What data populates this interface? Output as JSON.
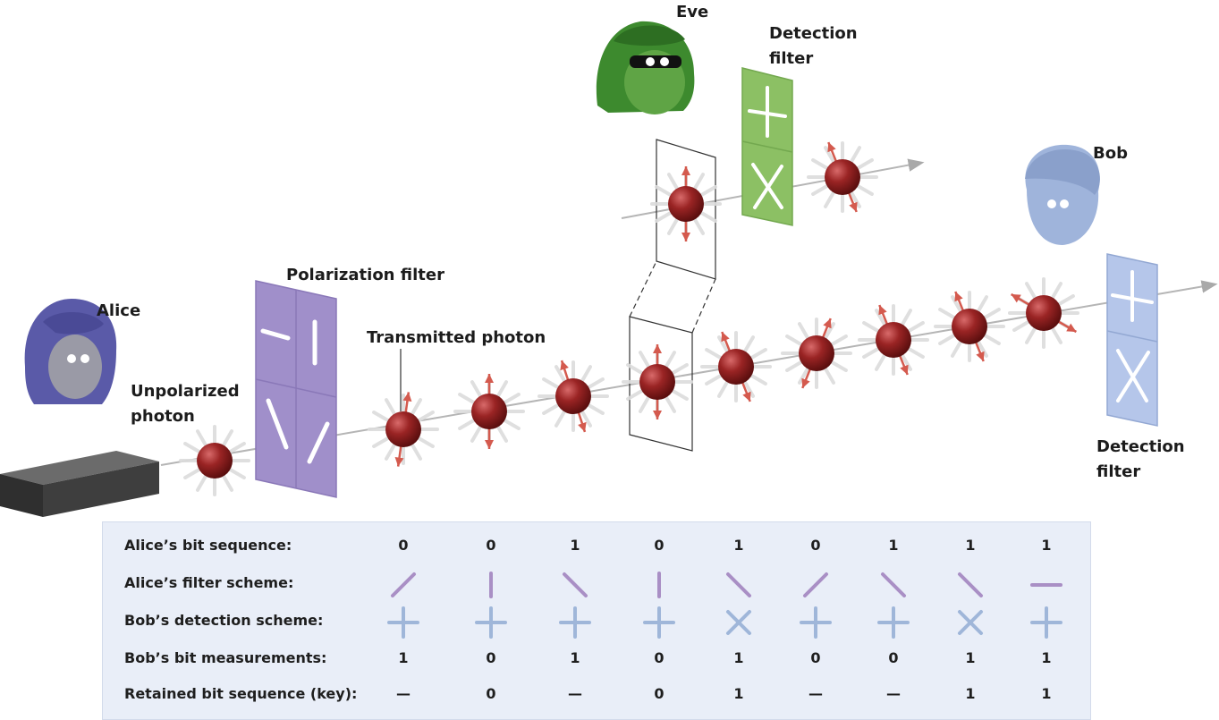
{
  "labels": {
    "alice": "Alice",
    "eve": "Eve",
    "bob": "Bob",
    "unpolarized_photon": "Unpolarized\nphoton",
    "polarization_filter": "Polarization filter",
    "transmitted_photon": "Transmitted photon",
    "detection_filter_eve": "Detection\nfilter",
    "detection_filter_bob": "Detection\nfilter"
  },
  "colors": {
    "alice": "#5a5aa8",
    "eve": "#3d8a2e",
    "bob": "#9fb4db",
    "photon": "#8a1e1e",
    "arrow": "#d45a4e",
    "polarization_filter": "#a08fca",
    "detection_filter_eve": "#8cc064",
    "detection_filter_bob": "#b5c6ea",
    "scheme_alice": "#a98fc5",
    "scheme_bob": "#9fb6d9",
    "table_bg": "#e9eef8"
  },
  "table": {
    "row_labels": [
      "Alice’s bit sequence:",
      "Alice’s filter scheme:",
      "Bob’s detection scheme:",
      "Bob’s bit measurements:",
      "Retained bit sequence (key):"
    ],
    "alice_bits": [
      "0",
      "0",
      "1",
      "0",
      "1",
      "0",
      "1",
      "1",
      "1"
    ],
    "alice_filters": [
      "diag-up",
      "vertical",
      "diag-down",
      "vertical",
      "diag-down",
      "diag-up",
      "diag-down",
      "diag-down",
      "horizontal"
    ],
    "bob_schemes": [
      "plus",
      "plus",
      "plus",
      "plus",
      "cross",
      "plus",
      "plus",
      "cross",
      "plus"
    ],
    "bob_bits": [
      "1",
      "0",
      "1",
      "0",
      "1",
      "0",
      "0",
      "1",
      "1"
    ],
    "retained": [
      "—",
      "0",
      "—",
      "0",
      "1",
      "—",
      "—",
      "1",
      "1"
    ]
  }
}
